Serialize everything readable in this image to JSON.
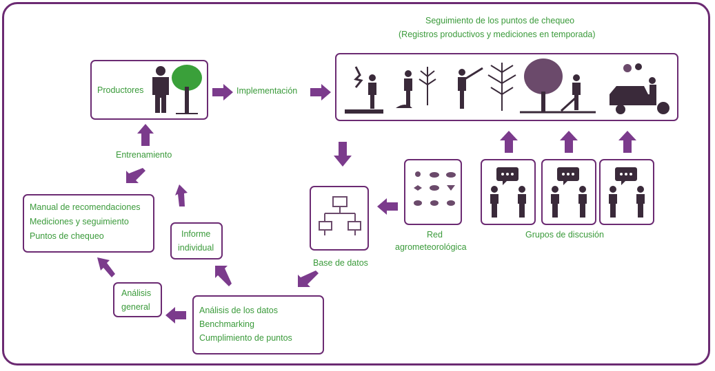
{
  "title": {
    "line1": "Seguimiento de los puntos de chequeo",
    "line2": "(Registros productivos y mediciones en temporada)"
  },
  "labels": {
    "productores": "Productores",
    "implementacion": "Implementación",
    "entrenamiento": "Entrenamiento",
    "red_line1": "Red",
    "red_line2": "agrometeorológica",
    "grupos": "Grupos de discusión",
    "base_datos": "Base de datos",
    "informe_line1": "Informe",
    "informe_line2": "individual",
    "analisis_general_line1": "Análisis",
    "analisis_general_line2": "general"
  },
  "manual": {
    "items": [
      "Manual de recomendaciones",
      "Mediciones y seguimiento",
      "Puntos de chequeo"
    ]
  },
  "analisis_datos": {
    "items": [
      "Análisis de los datos",
      "Benchmarking",
      "Cumplimiento de puntos"
    ]
  },
  "colors": {
    "purple": "#6b2a72",
    "arrow": "#7b3b8c",
    "green_text": "#3a9a3a",
    "icon_dark": "#3a2a3a"
  },
  "icons": {
    "productores": [
      "person-icon",
      "tree-icon"
    ],
    "seguimiento": [
      "planting-icon",
      "watering-icon",
      "pruning-icon",
      "blossom-tree-icon",
      "harvest-icon",
      "tractor-icon"
    ],
    "red": "weather-icons-grid",
    "grupos": "discussion-icon",
    "base": "network-computer-icon"
  }
}
